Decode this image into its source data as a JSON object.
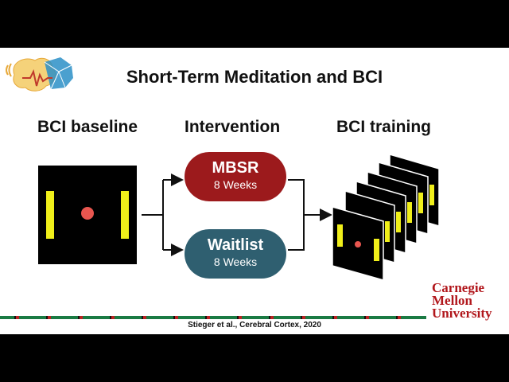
{
  "slide": {
    "title": "Short-Term Meditation and BCI",
    "headings": {
      "baseline": "BCI baseline",
      "intervention": "Intervention",
      "training": "BCI training"
    },
    "groups": [
      {
        "name": "MBSR",
        "duration": "8 Weeks",
        "color": "#9c1a1c"
      },
      {
        "name": "Waitlist",
        "duration": "8 Weeks",
        "color": "#2f5f70"
      }
    ],
    "citation": "Stieger et al., Cerebral Cortex, 2020",
    "institution": [
      "Carnegie",
      "Mellon",
      "University"
    ],
    "logo_icon": "brain-waveform-icon",
    "task_colors": {
      "paddle": "#f0ef1a",
      "ball": "#e8564f",
      "screen": "#000000"
    }
  }
}
